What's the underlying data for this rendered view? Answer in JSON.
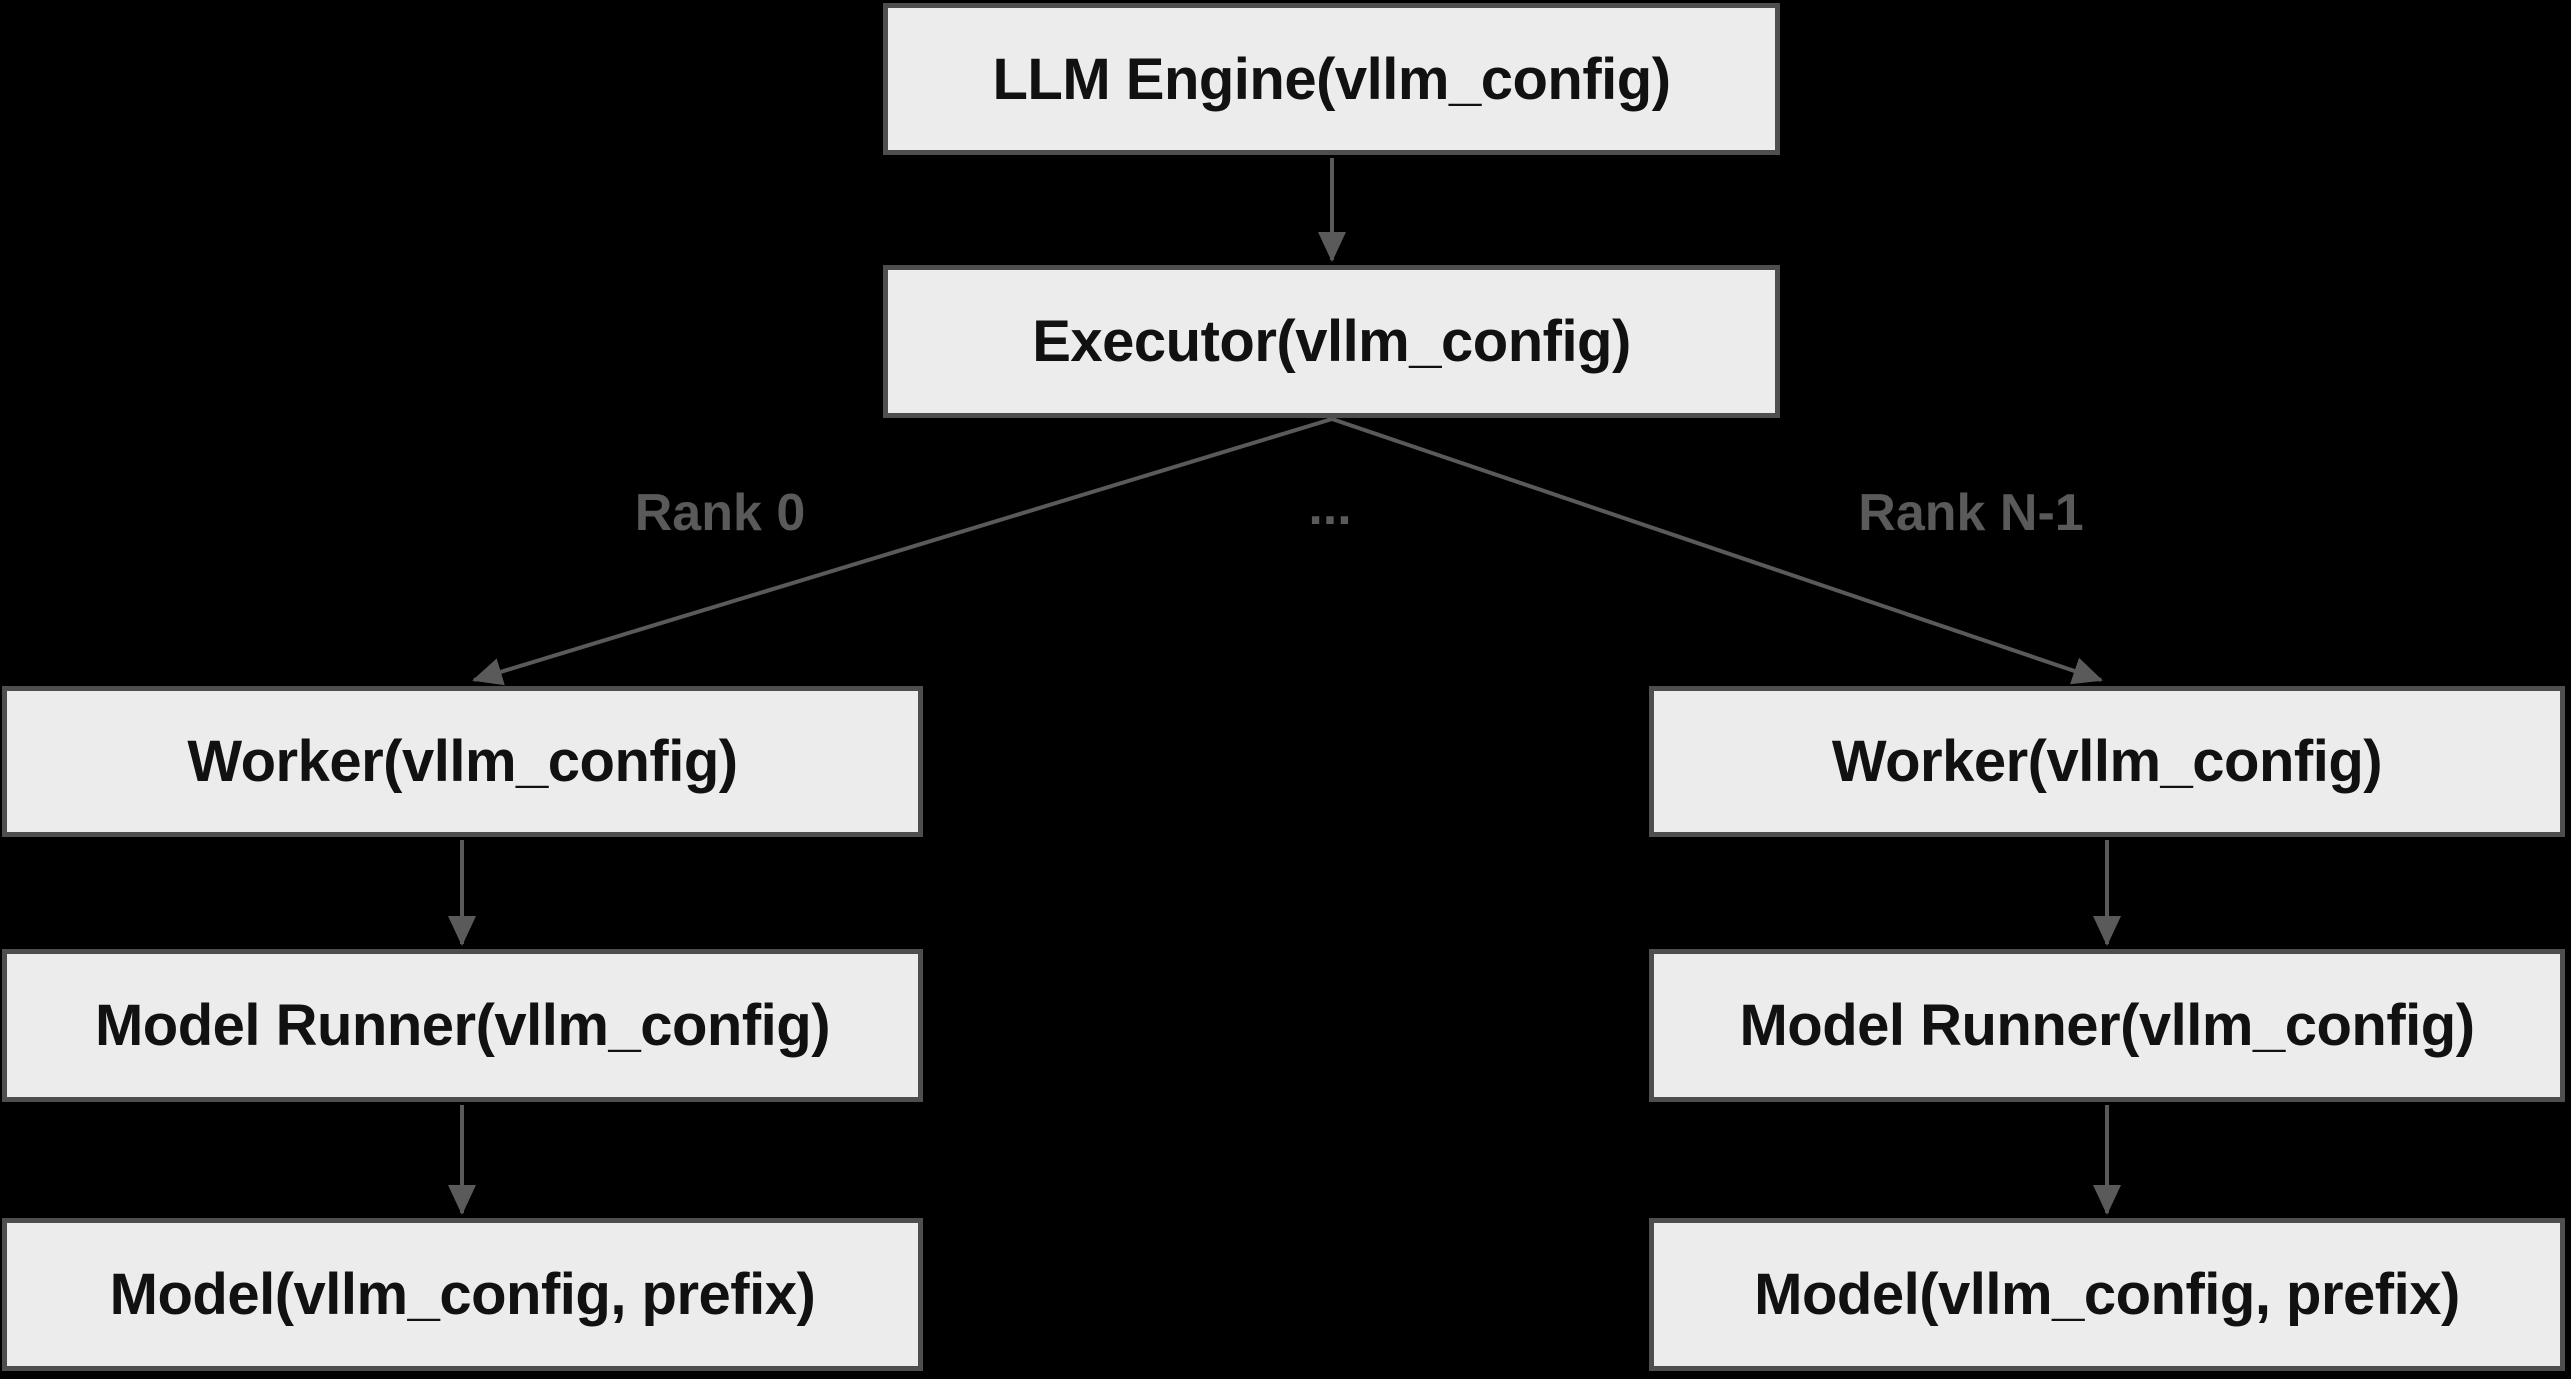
{
  "colors": {
    "background": "#000000",
    "node_fill": "#ececec",
    "node_border": "#4e4e4e",
    "node_text": "#111111",
    "arrow": "#5a5a5a",
    "edge_label_text": "#5a5a5a"
  },
  "nodes": {
    "llm_engine": "LLM Engine(vllm_config)",
    "executor": "Executor(vllm_config)",
    "rank0": {
      "worker": "Worker(vllm_config)",
      "model_runner": "Model Runner(vllm_config)",
      "model": "Model(vllm_config, prefix)"
    },
    "rank_n": {
      "worker": "Worker(vllm_config)",
      "model_runner": "Model Runner(vllm_config)",
      "model": "Model(vllm_config, prefix)"
    }
  },
  "edges": {
    "rank_0_label": "Rank 0",
    "rank_n_1_label": "Rank N-1",
    "ellipsis_label": "..."
  }
}
